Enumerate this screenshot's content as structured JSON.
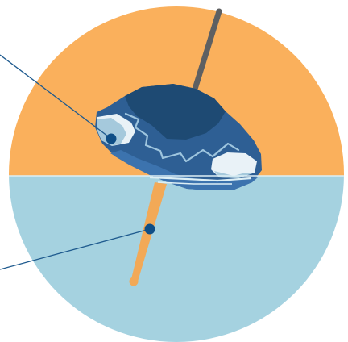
{
  "diagram": {
    "colors": {
      "above_water": "#FAB05C",
      "below_water": "#A5D2E0",
      "waterline_foam": "#DDEFF5",
      "hull_dark": "#1E4A73",
      "hull_mid": "#2E5F94",
      "hull_light": "#3C73AE",
      "window_fill": "#E9F2F7",
      "window_shadow": "#A5C9DC",
      "mast": "#5E6062",
      "keel": "#F2A957",
      "callout_line": "#1E5A8E",
      "callout_dot": "#0F4E86"
    },
    "icons": [
      "mast",
      "cabin-window",
      "keel",
      "waterline"
    ],
    "callouts": [
      {
        "target": "cabin-window",
        "label": ""
      },
      {
        "target": "keel",
        "label": ""
      }
    ]
  }
}
